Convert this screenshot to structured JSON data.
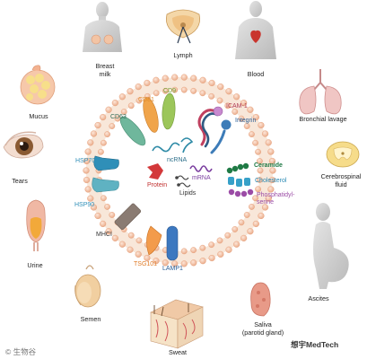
{
  "sources": {
    "breast_milk": "Breast\nmilk",
    "lymph": "Lymph",
    "blood": "Blood",
    "mucus": "Mucus",
    "bronchial_lavage": "Bronchial lavage",
    "tears": "Tears",
    "cerebrospinal_fluid": "Cerebrospinal\nfluid",
    "urine": "Urine",
    "ascites": "Ascites",
    "semen": "Semen",
    "saliva": "Saliva\n(parotid gland)",
    "sweat": "Sweat"
  },
  "exosome": {
    "cd81": "CD81",
    "cd9": "CD9",
    "cd63": "CD63",
    "icam1": "ICAM-1",
    "integrin": "Integrin",
    "hsp70": "HSP70",
    "hsp90": "HSP90",
    "mhci": "MHCI",
    "tsg101": "TSG101",
    "lamp1": "LAMP1",
    "ceramide": "Ceramide",
    "cholesterol": "Cholesterol",
    "phosphatidylserine": "Phosphatidyl-\nserine",
    "ncrna": "ncRNA",
    "protein": "Protein",
    "mrna": "mRNA",
    "lipids": "Lipids"
  },
  "colors": {
    "cd81": "#f0a44a",
    "cd9": "#9cc65a",
    "cd63": "#6fb79c",
    "icam1_a": "#c0405f",
    "icam1_b": "#2f5a82",
    "integrin": "#3d7cb8",
    "hsp70": "#2f8fb8",
    "hsp90": "#5fb2c2",
    "mhci": "#8a7b72",
    "tsg101": "#f39b4b",
    "lamp1": "#3c78c0",
    "ceramide": "#1f7a45",
    "cholesterol": "#36a0c8",
    "phosphatidylserine": "#9b4ca6",
    "membrane": "#f1bea0"
  },
  "watermark": {
    "left": "© 生物谷",
    "right": "想宇MedTech"
  }
}
